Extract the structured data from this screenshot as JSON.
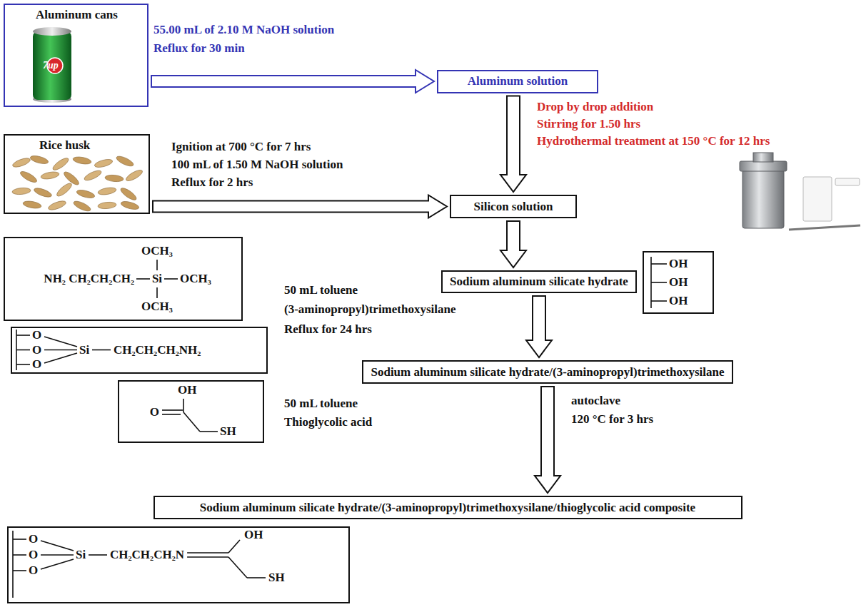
{
  "diagram": {
    "nodes": [
      {
        "text": [
          "Aluminum cans"
        ]
      },
      {
        "text": [
          "Aluminum solution"
        ]
      },
      {
        "text": [
          "Rice husk"
        ]
      },
      {
        "text": [
          "Silicon solution"
        ]
      },
      {
        "text": [
          "OCH₃",
          "NH₂ CH₂CH₂CH₂",
          "Si",
          "OCH₃",
          "OCH₃"
        ]
      },
      {
        "text": [
          "Sodium aluminum silicate hydrate"
        ]
      },
      {
        "text": [
          "OH",
          "OH",
          "OH"
        ]
      },
      {
        "text": [
          "O",
          "O",
          "O",
          "Si",
          "CH₂CH₂CH₂NH₂"
        ]
      },
      {
        "text": [
          "OH",
          "O",
          "SH"
        ]
      },
      {
        "text": [
          "Sodium aluminum silicate hydrate/(3-aminopropyl)trimethoxysilane"
        ]
      },
      {
        "text": [
          "Sodium aluminum silicate hydrate/(3-aminopropyl)trimethoxysilane/thioglycolic acid composite"
        ]
      },
      {
        "text": [
          "O",
          "O",
          "O",
          "Si",
          "CH₂CH₂CH₂N",
          "OH",
          "SH"
        ]
      }
    ],
    "edges": [
      {
        "from": 0,
        "to": 1,
        "arrow": "to"
      },
      {
        "from": 2,
        "to": 3,
        "arrow": "to"
      },
      {
        "from": 1,
        "to": 3,
        "arrow": "to"
      },
      {
        "from": 3,
        "to": 5,
        "arrow": "to"
      },
      {
        "from": 5,
        "to": 9,
        "arrow": "to"
      },
      {
        "from": 9,
        "to": 10,
        "arrow": "to"
      }
    ],
    "labels": [
      "7up",
      "55.00 mL of 2.10 M NaOH solution",
      "Reflux for 30 min",
      "Ignition at 700 °C for 7 hrs",
      "100 mL of 1.50 M NaOH solution",
      "Reflux for 2 hrs",
      "Drop by drop addition",
      "Stirring for 1.50 hrs",
      "Hydrothermal treatment at 150 °C for 12 hrs",
      "50 mL toluene",
      "(3-aminopropyl)trimethoxysilane",
      "Reflux for 24 hrs",
      "50 mL toluene",
      "Thioglycolic acid",
      "autoclave",
      "120 °C for 3 hrs"
    ]
  }
}
